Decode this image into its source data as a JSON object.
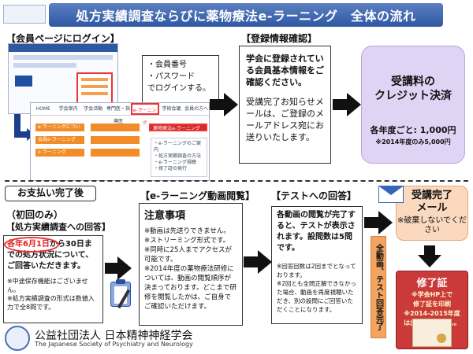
{
  "header": {
    "title": "処方実績調査ならびに薬物療法e-ラーニング　全体の流れ"
  },
  "step_login": {
    "label": "【会員ページにログイン】",
    "note_lines": [
      "・会員番号",
      "・パスワード",
      "でログインする。"
    ],
    "screenshot_nav": [
      "HOME",
      "学会案内",
      "学会活動",
      "専門医・指導医",
      "e-ラーニング",
      "学術会議",
      "会員の方へ"
    ],
    "screenshot_buttons": [
      "e-ラーニングについて",
      "会員e-ラーニング",
      "e-ラーニング"
    ],
    "screenshot_red_button": "薬物療法e-ラーニング",
    "screenshot_list": [
      "・e-ラーニングのご案内",
      "・処方実績調査の方法",
      "・e-ラーニング視聴",
      "・修了証の発行"
    ]
  },
  "step_register": {
    "label": "【登録情報確認】",
    "bold": "学会に登録されている会員基本情報をご確認ください。",
    "text": "受講完了お知らせメールは、ご登録のメールアドレス宛にお送りいたします。"
  },
  "step_payment": {
    "title_line1": "受講料の",
    "title_line2": "クレジット決済",
    "fee": "各年度ごと: 1,000円",
    "fee_note": "※2014年度のみ5,000円"
  },
  "step_payment_done": {
    "label": "お支払い完了後"
  },
  "step_survey": {
    "first_only": "（初回のみ）",
    "label": "【処方実績調査への回答】",
    "main": "各年6月1日から30日までの処方状況について、ご回答いただきます。",
    "date_highlight": "各年6月1日",
    "notes": [
      "※中途保存機能はございません。",
      "※処方実績調査の形式は数値入力で全8問です。"
    ]
  },
  "step_elearning": {
    "label": "【e-ラーニング動画閲覧】",
    "heading": "注意事項",
    "notes": [
      "※動画は先送りできません。",
      "※ストリーミング形式です。",
      "※同時に25人までアクセスが可能です。",
      "※2014年度の薬物療法研修については、動画の閲覧順序が決まっております。どこまで研修を閲覧したかは、ご自身でご確認いただけます。"
    ]
  },
  "step_test": {
    "label": "【テストへの回答】",
    "main": "各動画の閲覧が完了すると、テストが表示されます。設問数は5問です。",
    "notes": [
      "※回答回数は2回までとなっております。",
      "※2回とも全問正解できなかった場合、動画を再度視聴いただき、別の設問にご回答いただくことになります。"
    ]
  },
  "band": {
    "text": "全動画、テスト回答完了"
  },
  "step_mail": {
    "title_line1": "受講完了",
    "title_line2": "メール",
    "note": "※破棄しないでください"
  },
  "step_cert": {
    "title": "修了証",
    "line1": "※学会HP上で",
    "line2": "修了証を印刷",
    "line3": "※2014-2015年度",
    "line4": "は出力できません。"
  },
  "footer": {
    "org_ja": "公益社団法人 日本精神神経学会",
    "org_en": "The Japanese Society of Psychiatry and Neurology"
  }
}
